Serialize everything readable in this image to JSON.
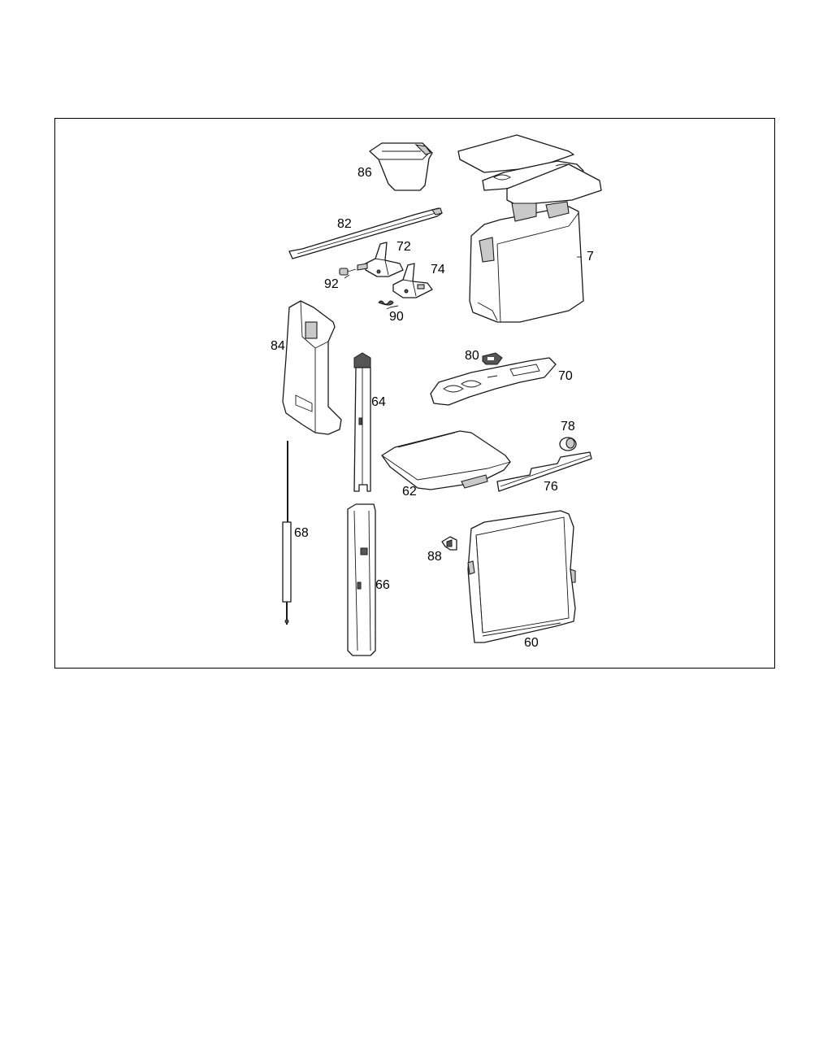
{
  "diagram": {
    "labels": {
      "l86": "86",
      "l82": "82",
      "l72": "72",
      "l74": "74",
      "l92": "92",
      "l90": "90",
      "l7": "7",
      "l84": "84",
      "l80": "80",
      "l70": "70",
      "l64": "64",
      "l78": "78",
      "l62": "62",
      "l76": "76",
      "l68": "68",
      "l88": "88",
      "l66": "66",
      "l60": "60"
    }
  }
}
